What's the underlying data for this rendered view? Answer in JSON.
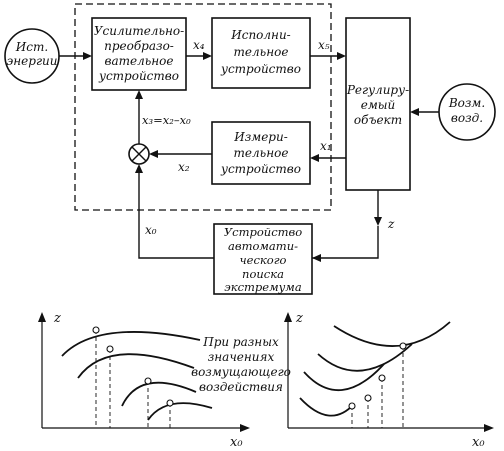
{
  "blocks": {
    "source": [
      "Ист.",
      "энергии"
    ],
    "amplifier": [
      "Усилительно-",
      "преобразо-",
      "вательное",
      "устройство"
    ],
    "actuator": [
      "Исполни-",
      "тельное",
      "устройство"
    ],
    "measuring": [
      "Измери-",
      "тельное",
      "устройство"
    ],
    "plant": [
      "Регулиру-",
      "емый",
      "объект"
    ],
    "disturbance": [
      "Возм.",
      "возд."
    ],
    "search": [
      "Устройство",
      "автомати-",
      "ческого",
      "поиска",
      "экстремума"
    ]
  },
  "signals": {
    "x4": "x₄",
    "x5": "x₅",
    "x1": "x₁",
    "x2": "x₂",
    "x0": "x₀",
    "x3_eq": "x₃=x₂–x₀",
    "z": "z"
  },
  "graphs": {
    "left": {
      "ylabel": "z",
      "xlabel": "x₀"
    },
    "right": {
      "ylabel": "z",
      "xlabel": "x₀"
    },
    "note": [
      "При разных",
      "значениях",
      "возмущающего",
      "воздействия"
    ]
  }
}
